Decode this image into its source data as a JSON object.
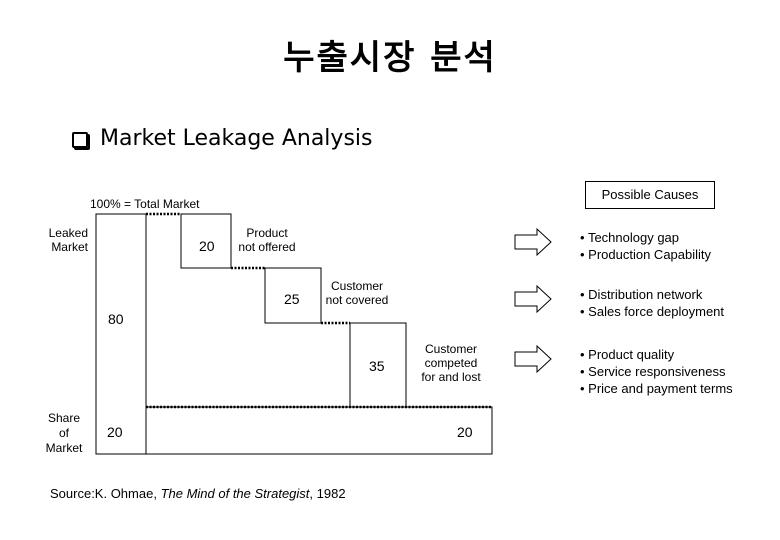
{
  "title": "누출시장 분석",
  "subtitle": "Market Leakage Analysis",
  "diagram": {
    "total_label": "100% = Total Market",
    "leaked_market_label": "Leaked\nMarket",
    "share_of_market_label": "Share\nof\nMarket",
    "leaked_total": "80",
    "share_value": "20",
    "steps": [
      {
        "value": "20",
        "label": "Product\nnot offered"
      },
      {
        "value": "25",
        "label": "Customer\nnot covered"
      },
      {
        "value": "35",
        "label": "Customer\ncompeted\nfor and lost"
      },
      {
        "value": "20",
        "label": ""
      }
    ]
  },
  "possible_causes": {
    "header": "Possible Causes",
    "groups": [
      [
        "Technology gap",
        "Production Capability"
      ],
      [
        "Distribution network",
        "Sales force deployment"
      ],
      [
        "Product quality",
        "Service responsiveness",
        "Price and payment terms"
      ]
    ]
  },
  "source": {
    "prefix": "Source:K. Ohmae, ",
    "book": "The Mind of the Strategist",
    "suffix": ", 1982"
  }
}
